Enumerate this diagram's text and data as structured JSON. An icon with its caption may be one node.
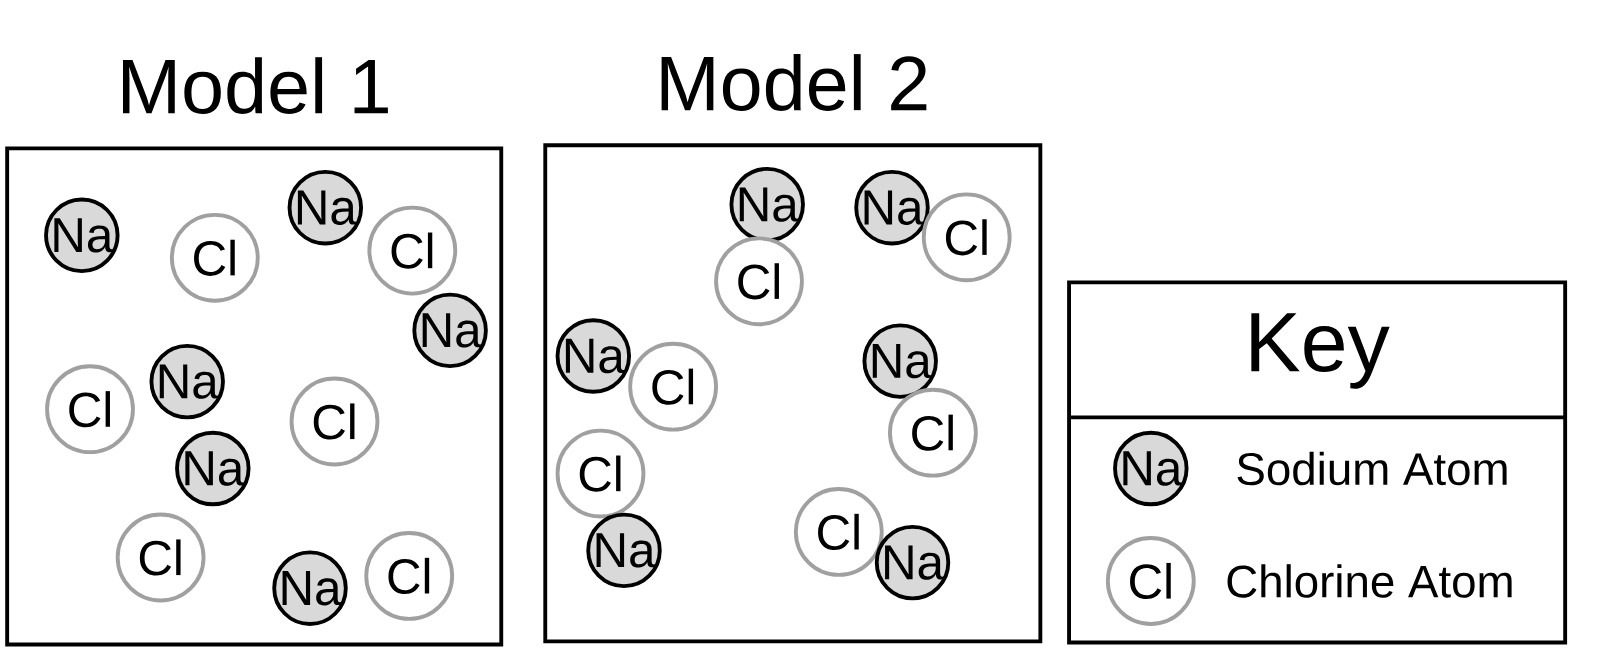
{
  "diagram": {
    "nodes": [
      {
        "text": [
          "Model 1"
        ]
      },
      {
        "text": [
          "Na"
        ],
        "in": 0
      },
      {
        "text": [
          "Na"
        ],
        "in": 0
      },
      {
        "text": [
          "Cl"
        ],
        "in": 0
      },
      {
        "text": [
          "Cl"
        ],
        "in": 0
      },
      {
        "text": [
          "Na"
        ],
        "in": 0
      },
      {
        "text": [
          "Na"
        ],
        "in": 0
      },
      {
        "text": [
          "Cl"
        ],
        "in": 0
      },
      {
        "text": [
          "Cl"
        ],
        "in": 0
      },
      {
        "text": [
          "Na"
        ],
        "in": 0
      },
      {
        "text": [
          "Cl"
        ],
        "in": 0
      },
      {
        "text": [
          "Cl"
        ],
        "in": 0
      },
      {
        "text": [
          "Na"
        ],
        "in": 0
      },
      {
        "text": [
          "Model 2"
        ]
      },
      {
        "text": [
          "Na"
        ],
        "in": 13
      },
      {
        "text": [
          "Na"
        ],
        "in": 13
      },
      {
        "text": [
          "Cl"
        ],
        "in": 13
      },
      {
        "text": [
          "Cl"
        ],
        "in": 13
      },
      {
        "text": [
          "Na"
        ],
        "in": 13
      },
      {
        "text": [
          "Na"
        ],
        "in": 13
      },
      {
        "text": [
          "Cl"
        ],
        "in": 13
      },
      {
        "text": [
          "Cl"
        ],
        "in": 13
      },
      {
        "text": [
          "Cl"
        ],
        "in": 13
      },
      {
        "text": [
          "Cl"
        ],
        "in": 13
      },
      {
        "text": [
          "Na"
        ],
        "in": 13
      },
      {
        "text": [
          "Na"
        ],
        "in": 13
      },
      {
        "text": [
          "Key"
        ]
      },
      {
        "text": [
          "Na"
        ],
        "in": 26,
        "beside": [
          "Sodium Atom"
        ]
      },
      {
        "text": [
          "Cl"
        ],
        "in": 26,
        "beside": [
          "Chlorine Atom"
        ]
      }
    ]
  }
}
